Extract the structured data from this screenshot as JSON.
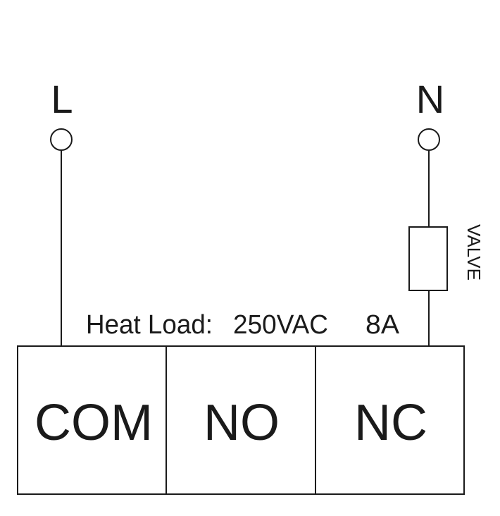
{
  "supply": {
    "line_label": "L",
    "neutral_label": "N"
  },
  "valve": {
    "label": "VALVE"
  },
  "rating": {
    "heat_load_label": "Heat Load:",
    "voltage": "250VAC",
    "current": "8A"
  },
  "terminals": [
    {
      "label": "COM"
    },
    {
      "label": "NO"
    },
    {
      "label": "NC"
    }
  ],
  "colors": {
    "line": "#1a1a1a",
    "background": "#ffffff"
  }
}
